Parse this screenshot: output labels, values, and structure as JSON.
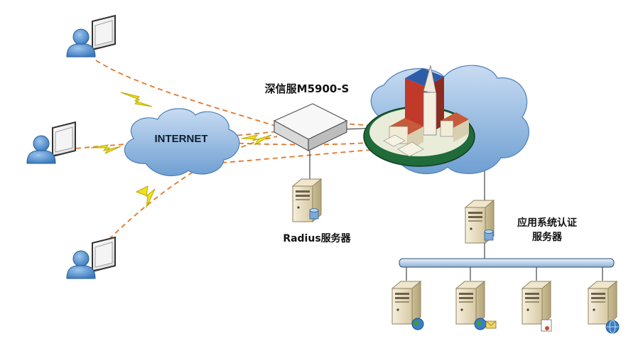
{
  "labels": {
    "internet": "INTERNET",
    "gateway": "深信服M5900-S",
    "radius": "Radius服务器",
    "auth_line1": "应用系统认证",
    "auth_line2": "服务器"
  },
  "icons": {
    "user": "user-laptop-icon",
    "gateway": "vpn-gateway-icon",
    "server": "server-tower-icon",
    "campus": "campus-buildings-icon",
    "lightning": "wan-link-lightning-icon"
  },
  "colors": {
    "cloud": "#8fb6e0",
    "cloud_dark": "#5c8fc8",
    "tunnel": "#e0772a",
    "lightning": "#f2e21c",
    "campus_base": "#1f6b3a",
    "tower": "#c0392b"
  }
}
